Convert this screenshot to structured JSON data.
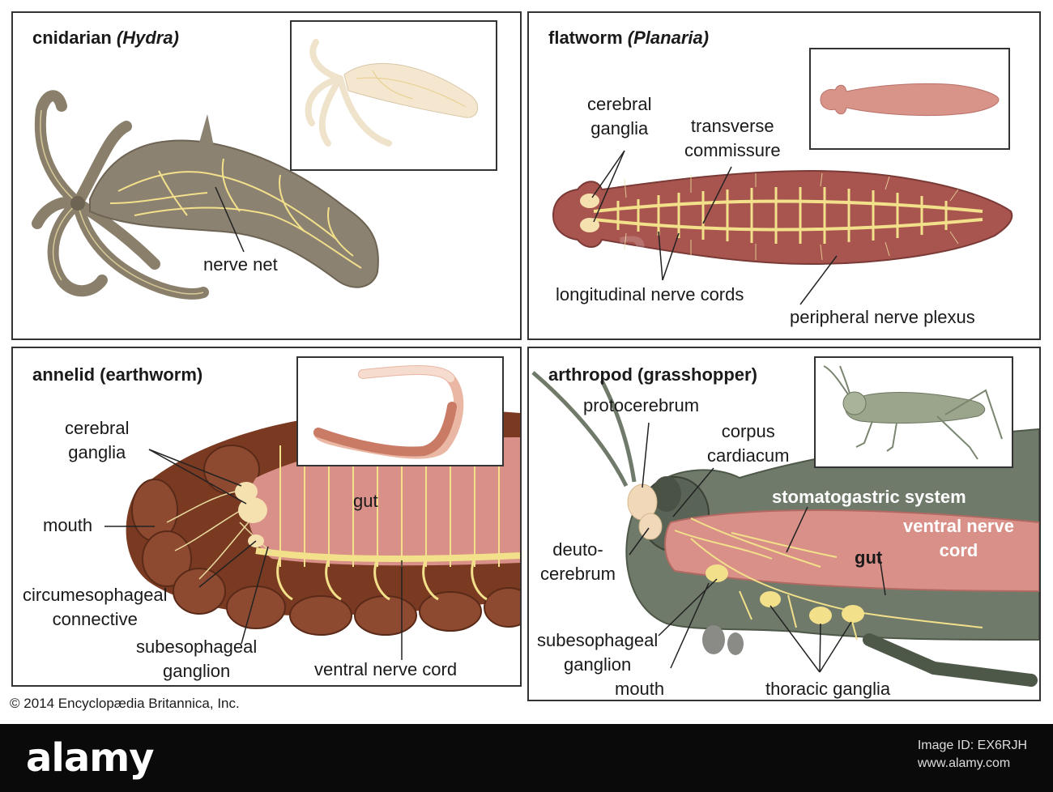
{
  "panels": {
    "cnidarian": {
      "title_main": "cnidarian ",
      "title_italic": "(Hydra)",
      "labels": {
        "nerve_net": "nerve net"
      }
    },
    "flatworm": {
      "title_main": "flatworm ",
      "title_italic": "(Planaria)",
      "labels": {
        "cerebral_ganglia_1": "cerebral",
        "cerebral_ganglia_2": "ganglia",
        "transverse_1": "transverse",
        "transverse_2": "commissure",
        "longitudinal": "longitudinal nerve cords",
        "peripheral": "peripheral nerve plexus"
      }
    },
    "annelid": {
      "title": "annelid (earthworm)",
      "labels": {
        "cerebral_ganglia_1": "cerebral",
        "cerebral_ganglia_2": "ganglia",
        "mouth": "mouth",
        "gut": "gut",
        "circum_1": "circumesophageal",
        "circum_2": "connective",
        "subeso_1": "subesophageal",
        "subeso_2": "ganglion",
        "ventral": "ventral nerve cord"
      }
    },
    "arthropod": {
      "title": "arthropod (grasshopper)",
      "labels": {
        "protocerebrum": "protocerebrum",
        "corpus_1": "corpus",
        "corpus_2": "cardiacum",
        "stomato": "stomatogastric system",
        "ventral_1": "ventral nerve",
        "ventral_2": "cord",
        "gut": "gut",
        "deuto_1": "deuto-",
        "deuto_2": "cerebrum",
        "subeso_1": "subesophageal",
        "subeso_2": "ganglion",
        "mouth": "mouth",
        "thoracic": "thoracic ganglia"
      }
    }
  },
  "copyright": "© 2014 Encyclopædia Britannica, Inc.",
  "footer": {
    "logo": "alamy",
    "image_id_label": "Image ID: EX6RJH",
    "site": "www.alamy.com"
  },
  "colors": {
    "nerve": "#f2e08a",
    "hydra_body": "#8c8272",
    "flatworm_body": "#a8544f",
    "earthworm_body": "#7a3a22",
    "gut": "#d99088",
    "grasshopper_body": "#6f7a6a"
  }
}
